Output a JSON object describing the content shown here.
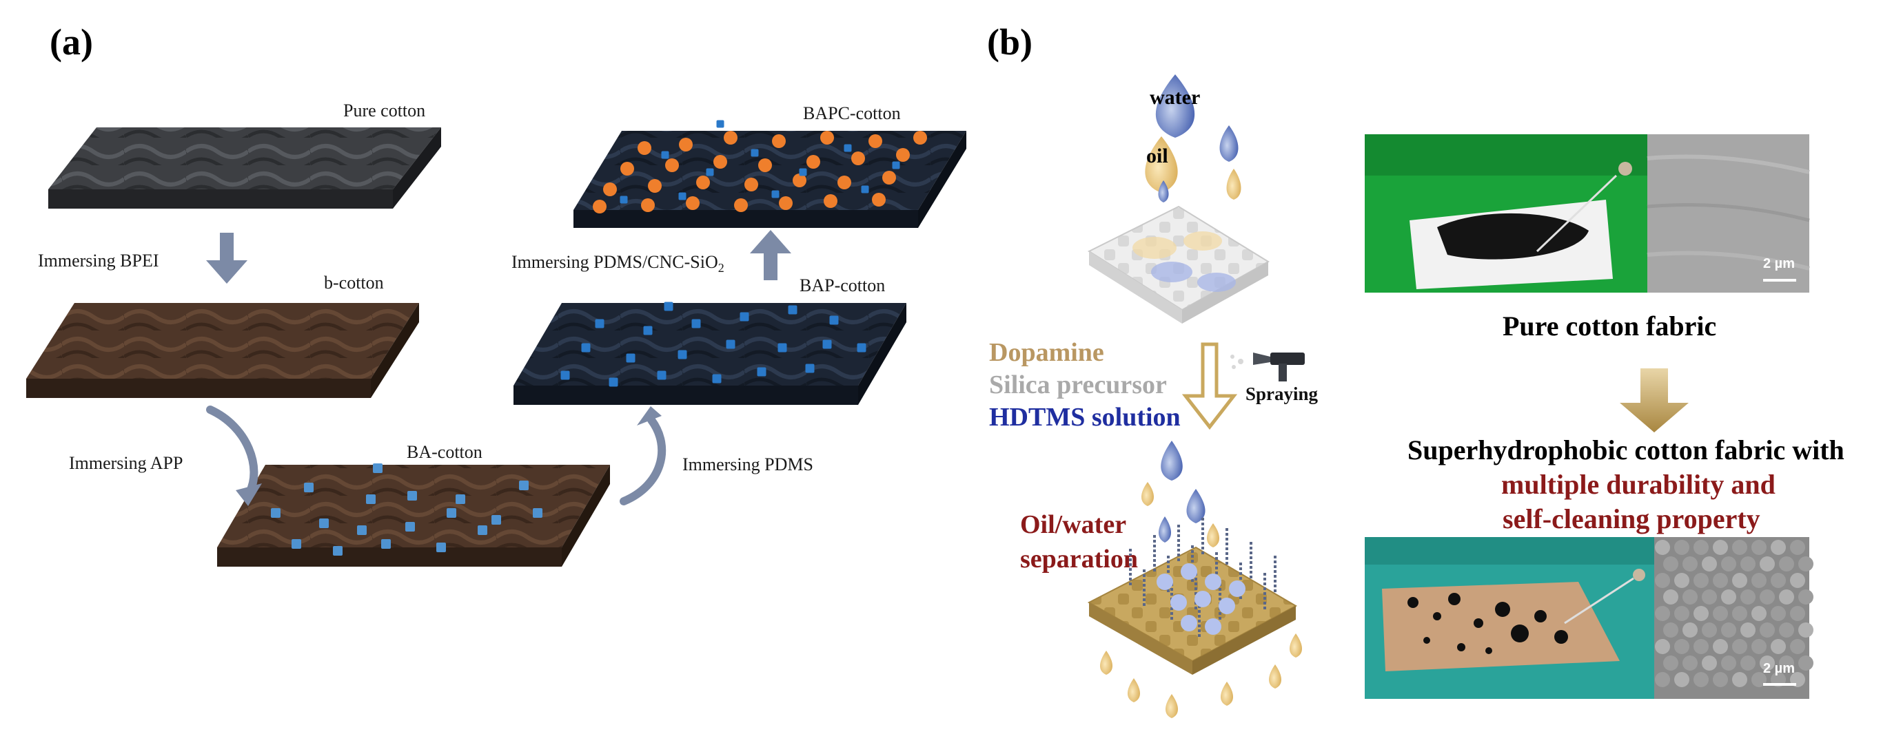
{
  "panel_a": {
    "label": "(a)",
    "fabrics": {
      "pure": "Pure cotton",
      "b": "b-cotton",
      "ba": "BA-cotton",
      "bap": "BAP-cotton",
      "bapc": "BAPC-cotton"
    },
    "steps": {
      "bpei": "Immersing BPEI",
      "app": "Immersing APP",
      "pdms": "Immersing PDMS",
      "pdms_cnc": "Immersing PDMS/CNC-SiO",
      "pdms_cnc_sub": "2"
    }
  },
  "panel_b": {
    "label": "(b)",
    "water": "water",
    "oil": "oil",
    "dopamine": "Dopamine",
    "silica": "Silica precursor",
    "hdtms": "HDTMS solution",
    "spraying": "Spraying",
    "separation_line1": "Oil/water",
    "separation_line2": "separation",
    "pure_fabric": "Pure cotton fabric",
    "result_line1": "Superhydrophobic cotton fabric with",
    "result_line2": "multiple durability and",
    "result_line3": "self-cleaning property",
    "scale_top": "2 µm",
    "scale_bottom": "2 µm"
  },
  "colors": {
    "gray_fabric": "#3d3f43",
    "brown_fabric": "#4e3628",
    "navy_fabric": "#1c2534",
    "blue_dot": "#2a79c9",
    "ba_dot": "#4f93d1",
    "orange_dot": "#ef7f2c",
    "arrow": "#7c8aa6",
    "dopamine": "#b99762",
    "silica": "#a9a9a9",
    "hdtms": "#1f2ea0",
    "dark_red": "#8b1a1a"
  }
}
